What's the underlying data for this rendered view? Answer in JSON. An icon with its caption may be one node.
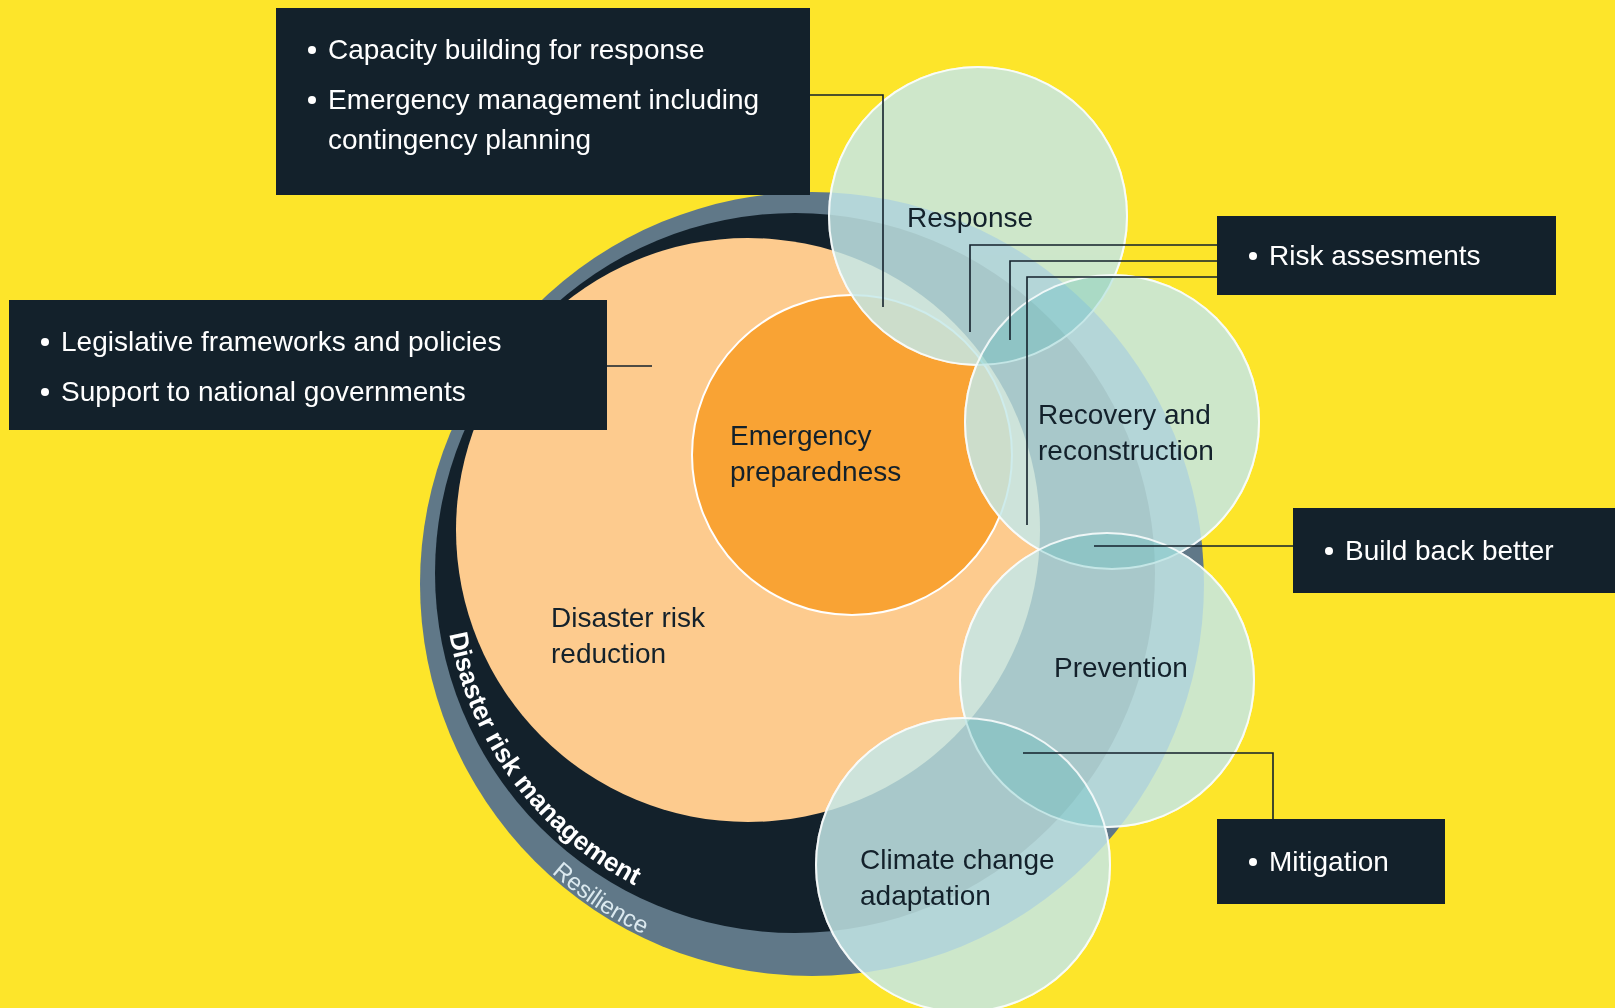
{
  "diagram": {
    "nodes": [
      {
        "text": [
          "Resilience"
        ]
      },
      {
        "text": [
          "Disaster risk management"
        ],
        "in": 0
      },
      {
        "text": [
          "Disaster risk reduction"
        ],
        "in": 1
      },
      {
        "text": [
          "Emergency preparedness"
        ],
        "in": 2
      },
      {
        "text": [
          "Response"
        ]
      },
      {
        "text": [
          "Recovery and reconstruction"
        ]
      },
      {
        "text": [
          "Prevention"
        ]
      },
      {
        "text": [
          "Climate change adaptation"
        ]
      },
      {
        "text": [
          "Capacity building for response",
          "Emergency management including contingency planning"
        ]
      },
      {
        "text": [
          "Legislative frameworks and policies",
          "Support to national governments"
        ]
      },
      {
        "text": [
          "Risk assesments"
        ]
      },
      {
        "text": [
          "Build back better"
        ]
      },
      {
        "text": [
          "Mitigation"
        ]
      }
    ],
    "edges": [
      {
        "from": 8,
        "to": 4,
        "arrow": "none"
      },
      {
        "from": 9,
        "to": 2,
        "arrow": "none"
      },
      {
        "from": 10,
        "to": 5,
        "arrow": "none"
      },
      {
        "from": 10,
        "to": 5,
        "arrow": "none"
      },
      {
        "from": 10,
        "to": 5,
        "arrow": "none"
      },
      {
        "from": 11,
        "to": 5,
        "arrow": "none"
      },
      {
        "from": 12,
        "to": 6,
        "arrow": "none"
      }
    ]
  }
}
